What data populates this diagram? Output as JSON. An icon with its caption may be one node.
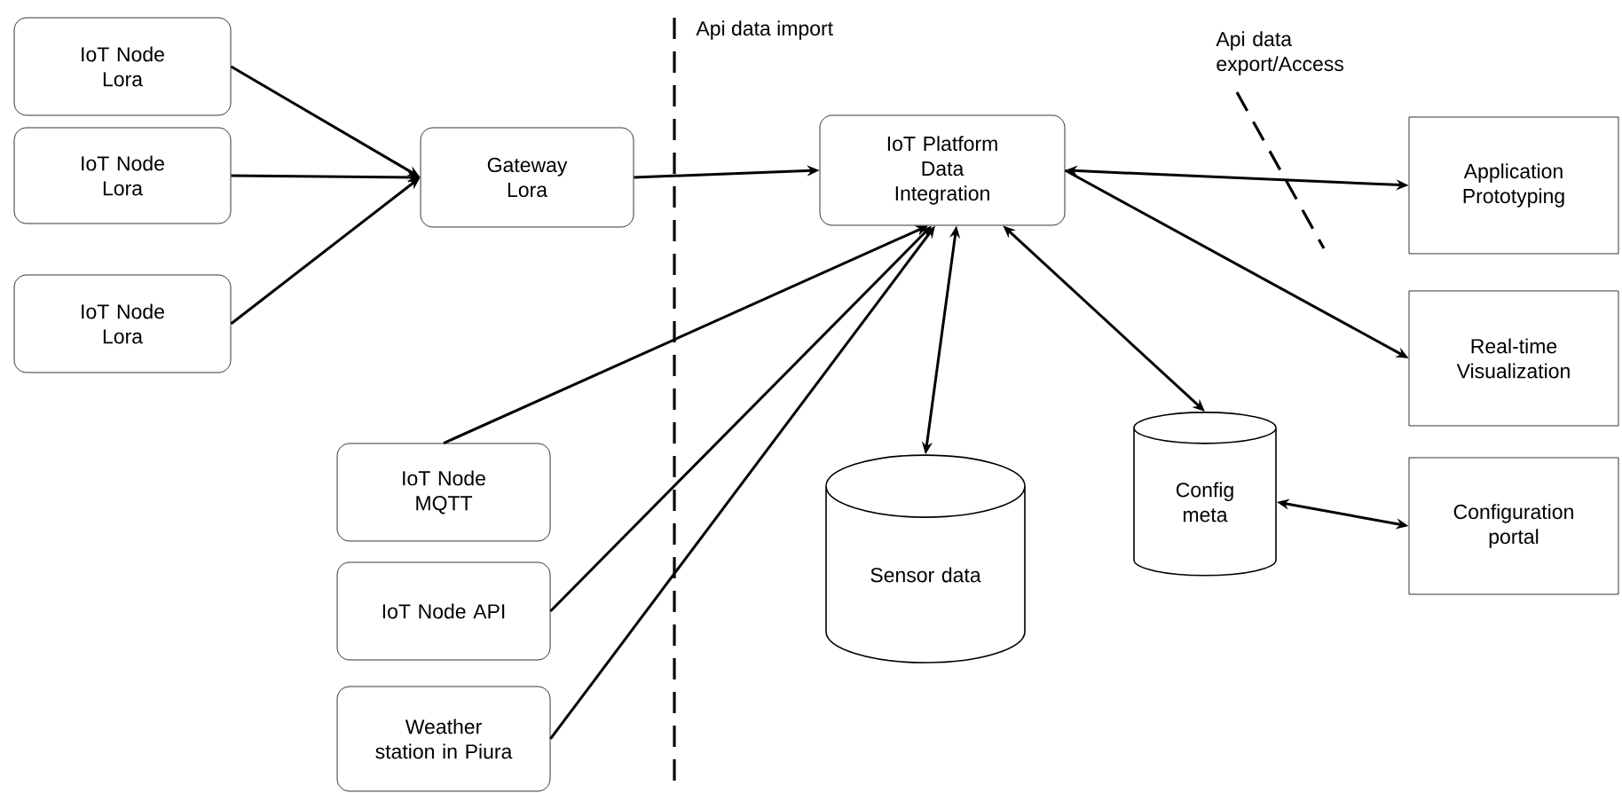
{
  "diagram": {
    "nodes": [
      {
        "text": [
          "IoT Node Lora"
        ]
      },
      {
        "text": [
          "IoT Node Lora"
        ]
      },
      {
        "text": [
          "IoT Node Lora"
        ]
      },
      {
        "text": [
          "Gateway Lora"
        ]
      },
      {
        "text": [
          "IoT Platform Data Integration"
        ]
      },
      {
        "text": [
          "Application Prototyping"
        ]
      },
      {
        "text": [
          "Real-time Visualization"
        ]
      },
      {
        "text": [
          "IoT Node MQTT"
        ]
      },
      {
        "text": [
          "IoT Node API"
        ]
      },
      {
        "text": [
          "Weather station in Piura"
        ]
      },
      {
        "text": [
          "Sensor data"
        ]
      },
      {
        "text": [
          "Config meta"
        ]
      },
      {
        "text": [
          "Configuration portal"
        ]
      }
    ],
    "edges": [
      {
        "from": 0,
        "to": 3,
        "arrow": "to"
      },
      {
        "from": 1,
        "to": 3,
        "arrow": "to"
      },
      {
        "from": 2,
        "to": 3,
        "arrow": "to"
      },
      {
        "from": 3,
        "to": 4,
        "arrow": "to"
      },
      {
        "from": 4,
        "to": 5,
        "arrow": "both"
      },
      {
        "from": 4,
        "to": 6,
        "arrow": "to"
      },
      {
        "from": 7,
        "to": 4,
        "arrow": "to"
      },
      {
        "from": 8,
        "to": 4,
        "arrow": "to"
      },
      {
        "from": 9,
        "to": 4,
        "arrow": "to"
      },
      {
        "from": 4,
        "to": 10,
        "arrow": "both"
      },
      {
        "from": 11,
        "to": 4,
        "arrow": "both"
      },
      {
        "from": 11,
        "to": 12,
        "arrow": "both"
      }
    ],
    "labels": [
      "Api data import",
      "Api data export/Access"
    ]
  }
}
